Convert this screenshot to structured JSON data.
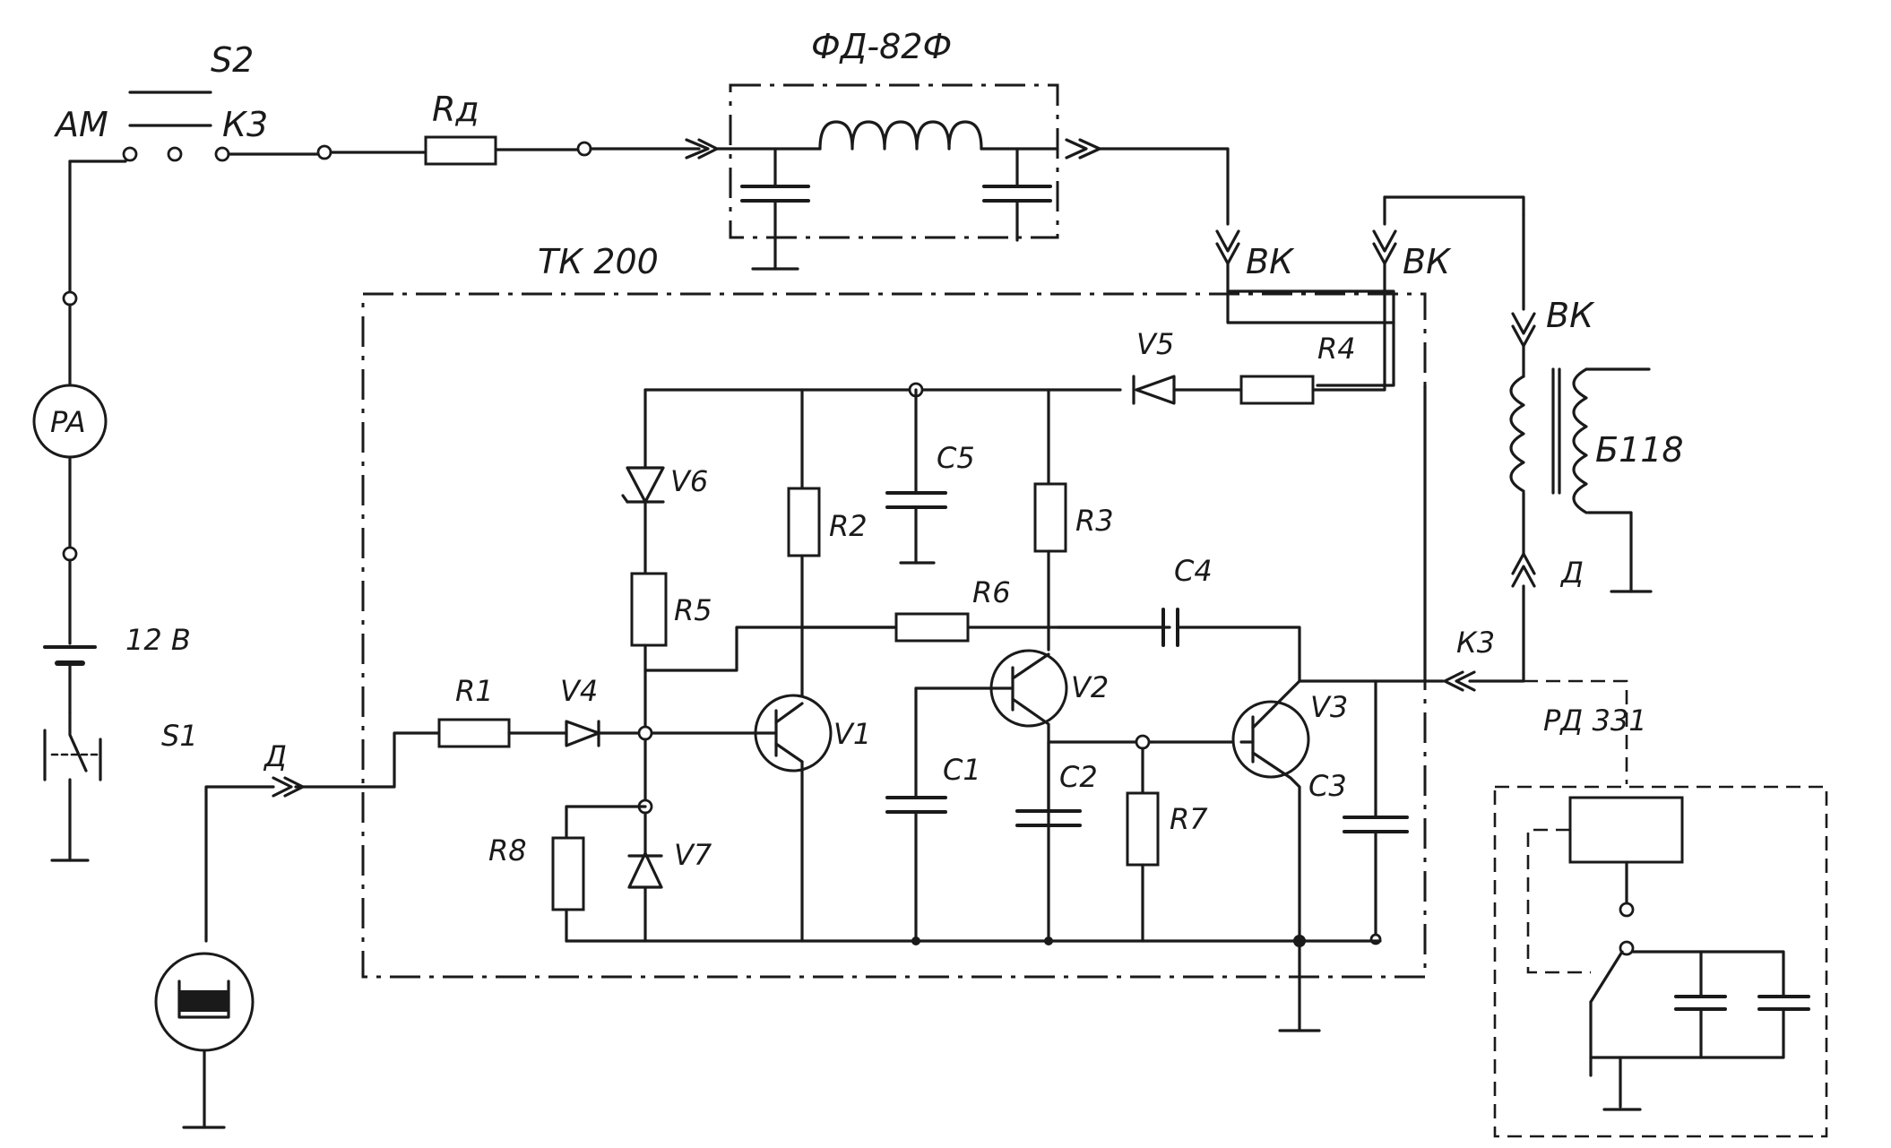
{
  "labels": {
    "s2": "S2",
    "am": "AM",
    "k3_top": "К3",
    "rd": "Rд",
    "fd": "ФД-82Ф",
    "tk": "ТК 200",
    "vk1": "ВК",
    "vk2": "ВК",
    "vk3": "ВК",
    "v5": "V5",
    "r4": "R4",
    "pa": "PA",
    "v6": "V6",
    "c5": "C5",
    "r2": "R2",
    "r3": "R3",
    "bi": "Б118",
    "c4": "C4",
    "r6": "R6",
    "r5": "R5",
    "v12": "12 B",
    "k3_mid": "К3",
    "d_right": "Д",
    "v2": "V2",
    "s1": "S1",
    "r1": "R1",
    "v4": "V4",
    "v1": "V1",
    "v3": "V3",
    "d_left": "Д",
    "c1": "C1",
    "c2": "C2",
    "c3": "C3",
    "rd331": "РД 331",
    "r7": "R7",
    "r8": "R8",
    "v7": "V7"
  }
}
